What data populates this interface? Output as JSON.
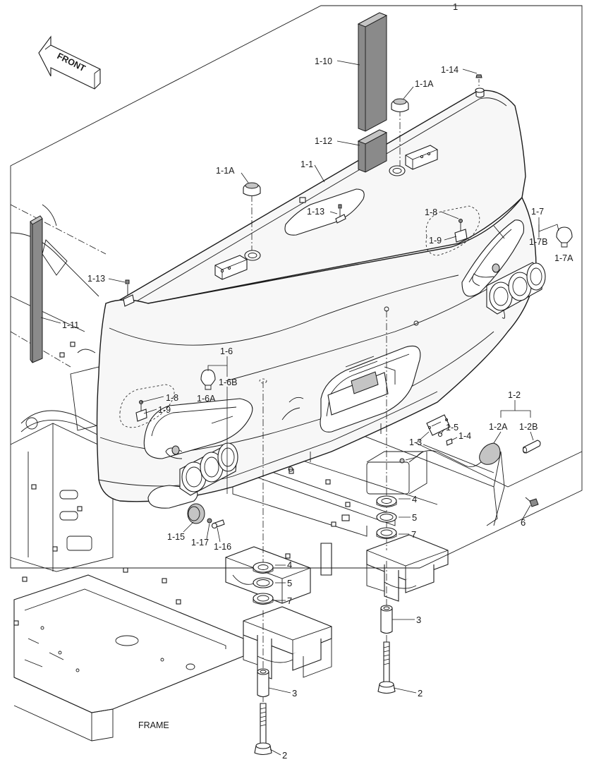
{
  "arrow": {
    "text": "FRONT"
  },
  "frame_label": "FRAME",
  "callouts": {
    "c1": "1",
    "c1_1": "1-1",
    "c1_1A_top": "1-1A",
    "c1_1A_left": "1-1A",
    "c1_2": "1-2",
    "c1_2A": "1-2A",
    "c1_2B": "1-2B",
    "c1_3": "1-3",
    "c1_4": "1-4",
    "c1_5": "1-5",
    "c1_6": "1-6",
    "c1_6A": "1-6A",
    "c1_6B": "1-6B",
    "c1_7": "1-7",
    "c1_7A": "1-7A",
    "c1_7B": "1-7B",
    "c1_8_right": "1-8",
    "c1_9_right": "1-9",
    "c1_8_left": "1-8",
    "c1_9_left": "1-9",
    "c1_10": "1-10",
    "c1_11": "1-11",
    "c1_12": "1-12",
    "c1_13_top": "1-13",
    "c1_13_left": "1-13",
    "c1_14": "1-14",
    "c1_15": "1-15",
    "c1_16": "1-16",
    "c1_17": "1-17",
    "c2_right": "2",
    "c2_left": "2",
    "c3_right": "3",
    "c3_left": "3",
    "c4_upper": "4",
    "c4_lower": "4",
    "c5_upper": "5",
    "c5_lower": "5",
    "c6": "6",
    "c7_upper": "7",
    "c7_lower": "7"
  }
}
